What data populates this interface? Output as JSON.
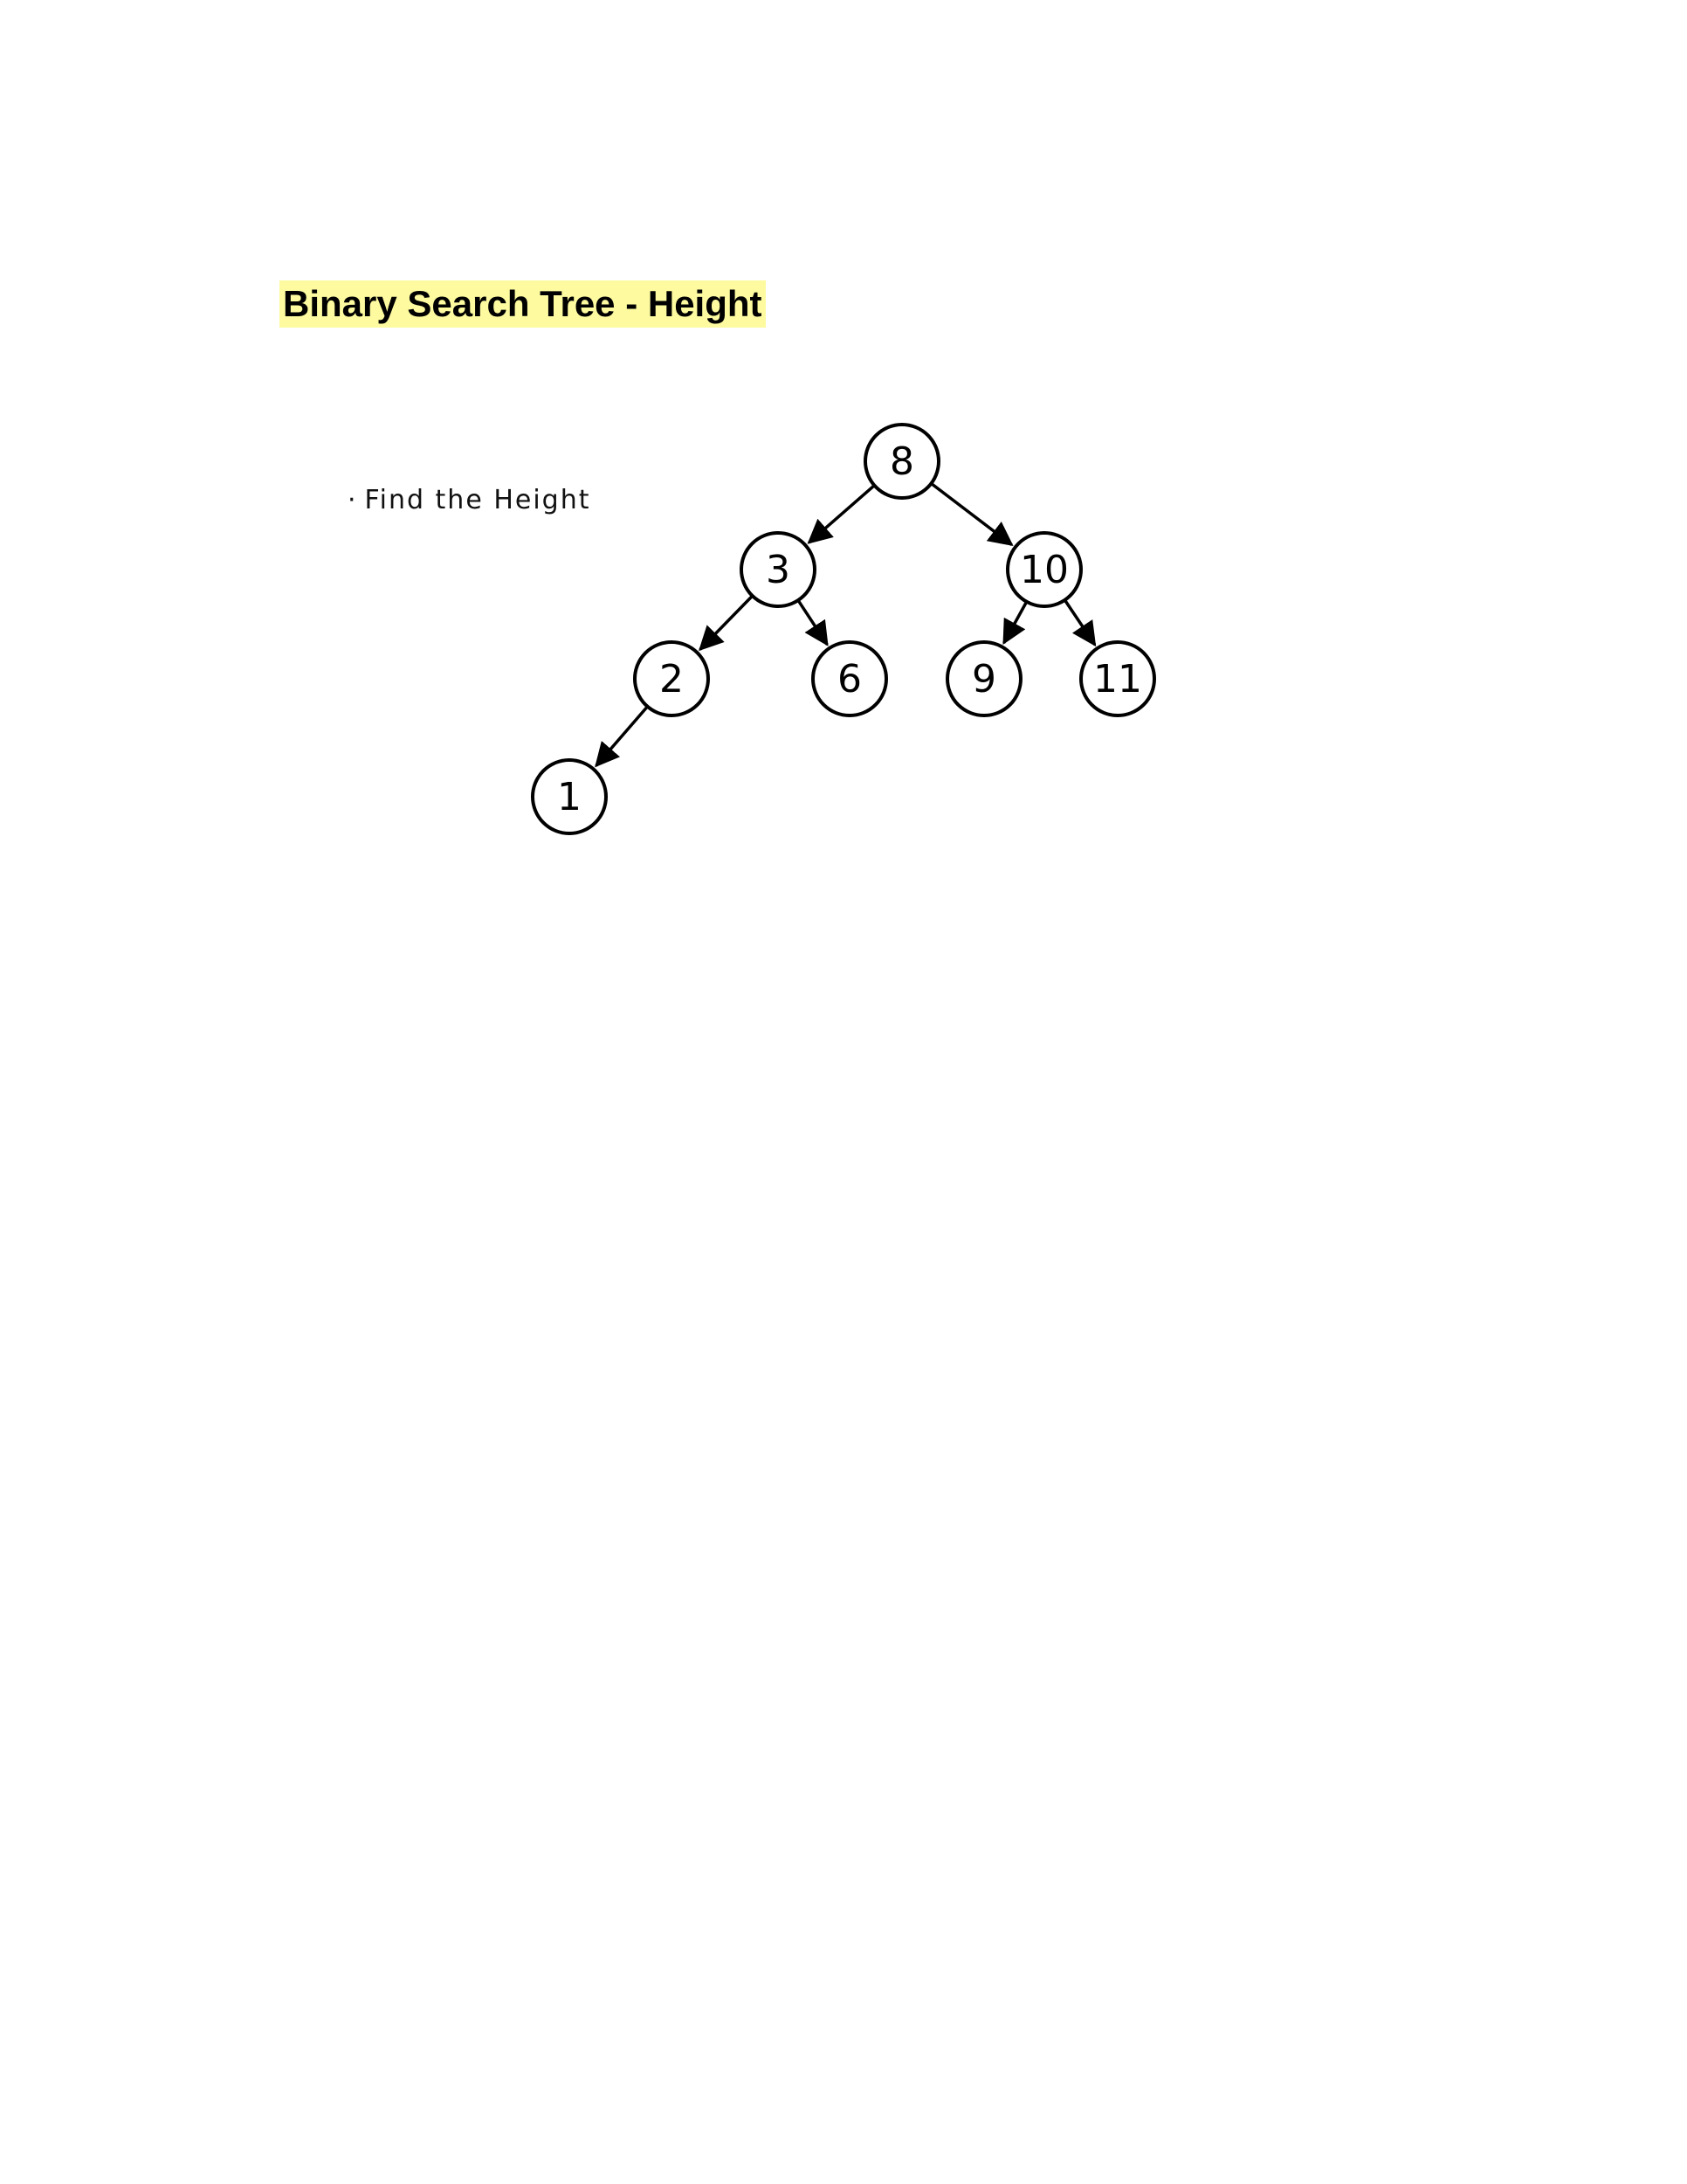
{
  "title": "Binary Search Tree - Height",
  "note": {
    "bullet": "·",
    "text": "Find the Height"
  },
  "colors": {
    "title_highlight": "#fdfaa0",
    "ink": "#000000",
    "background": "#ffffff"
  },
  "tree": {
    "nodes": [
      {
        "id": "n8",
        "label": "8"
      },
      {
        "id": "n3",
        "label": "3"
      },
      {
        "id": "n10",
        "label": "10"
      },
      {
        "id": "n2",
        "label": "2"
      },
      {
        "id": "n6",
        "label": "6"
      },
      {
        "id": "n9",
        "label": "9"
      },
      {
        "id": "n11",
        "label": "11"
      },
      {
        "id": "n1",
        "label": "1"
      }
    ],
    "edges": [
      {
        "from": "n8",
        "to": "n3"
      },
      {
        "from": "n8",
        "to": "n10"
      },
      {
        "from": "n3",
        "to": "n2"
      },
      {
        "from": "n3",
        "to": "n6"
      },
      {
        "from": "n10",
        "to": "n9"
      },
      {
        "from": "n10",
        "to": "n11"
      },
      {
        "from": "n2",
        "to": "n1"
      }
    ]
  }
}
